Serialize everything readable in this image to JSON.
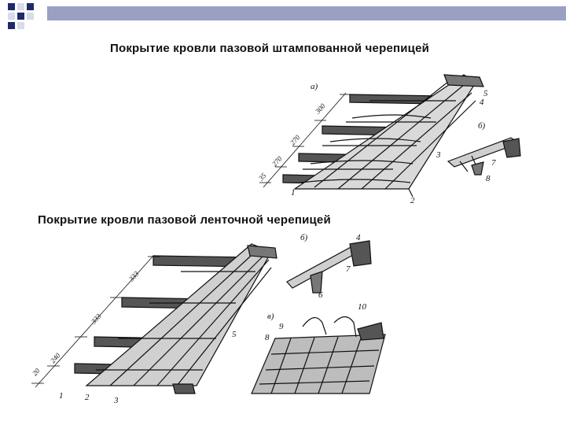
{
  "titles": {
    "stamped": "Покрытие кровли пазовой штампованной черепицей",
    "strip": "Покрытие кровли пазовой ленточной черепицей"
  },
  "figure_top": {
    "panel_labels": [
      "а)",
      "б)"
    ],
    "dimensions": [
      "300",
      "270",
      "270",
      "35"
    ],
    "part_numbers": [
      "1",
      "2",
      "3",
      "4",
      "5",
      "7",
      "8"
    ]
  },
  "figure_bottom": {
    "panel_labels": [
      "б)",
      "в)"
    ],
    "dimensions": [
      "333",
      "333",
      "240",
      "20"
    ],
    "part_numbers": [
      "1",
      "2",
      "3",
      "4",
      "5",
      "6",
      "7",
      "8",
      "9",
      "10"
    ]
  },
  "colors": {
    "corner_squares": "#1f2a6b",
    "top_bar": "#9aa0c4",
    "ink": "#111111"
  }
}
